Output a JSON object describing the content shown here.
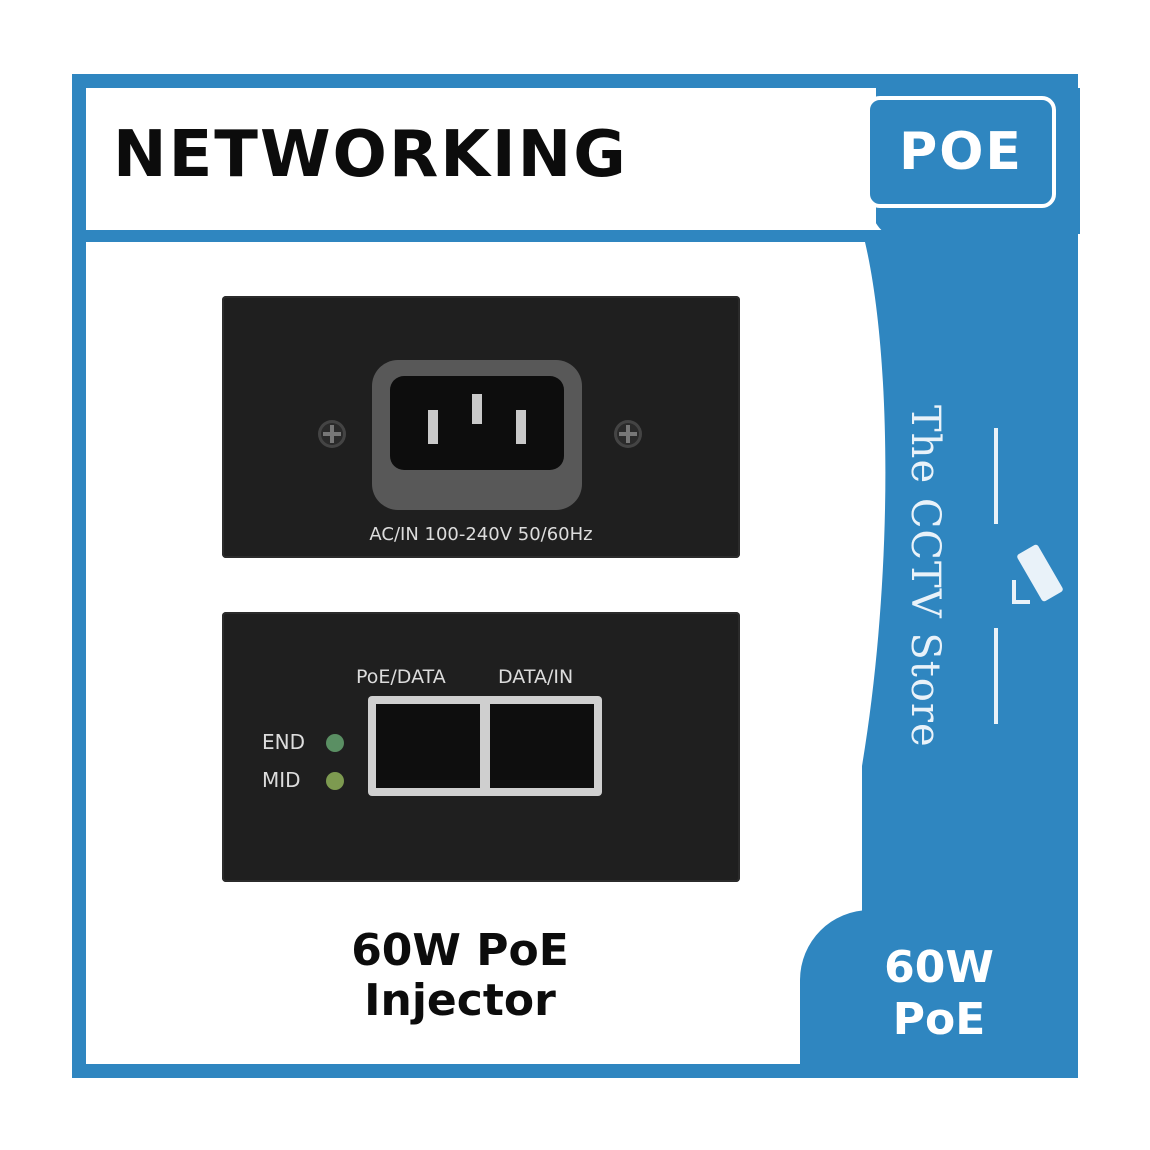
{
  "header": {
    "title": "NETWORKING",
    "badge": "POE"
  },
  "brand": {
    "name": "The CCTV Store"
  },
  "device_top": {
    "label": "AC/IN 100-240V 50/60Hz"
  },
  "device_bottom": {
    "port1_label": "PoE/DATA",
    "port2_label": "DATA/IN",
    "led1_label": "END",
    "led2_label": "MID"
  },
  "product": {
    "line1": "60W PoE",
    "line2": "Injector"
  },
  "corner_badge": {
    "line1": "60W",
    "line2": "PoE"
  },
  "colors": {
    "accent": "#2f86c0",
    "device": "#1f1f1f"
  }
}
